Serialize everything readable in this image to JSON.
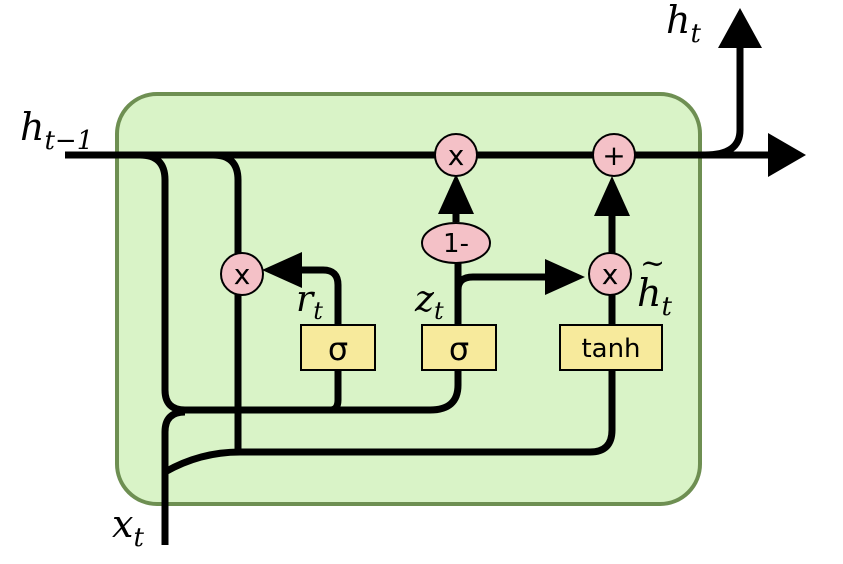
{
  "diagram": {
    "labels": {
      "h_prev": {
        "base": "h",
        "sub": "t−1"
      },
      "h_out": {
        "base": "h",
        "sub": "t"
      },
      "x_in": {
        "base": "x",
        "sub": "t"
      },
      "r_gate": {
        "base": "r",
        "sub": "t"
      },
      "z_gate": {
        "base": "z",
        "sub": "t"
      },
      "h_cand": {
        "base": "h",
        "tilde": "~",
        "sub": "t"
      }
    },
    "gates": {
      "reset": "σ",
      "update": "σ",
      "candidate": "tanh"
    },
    "operators": {
      "mult_top": "x",
      "add_top": "+",
      "one_minus": "1-",
      "mult_reset": "x",
      "mult_candidate": "x"
    },
    "colors": {
      "cell_fill": "#d9f3c7",
      "cell_border": "#6e8f52",
      "operator_fill": "#f4c1c7",
      "gate_fill": "#f7ea9c",
      "wire": "#000000"
    }
  }
}
